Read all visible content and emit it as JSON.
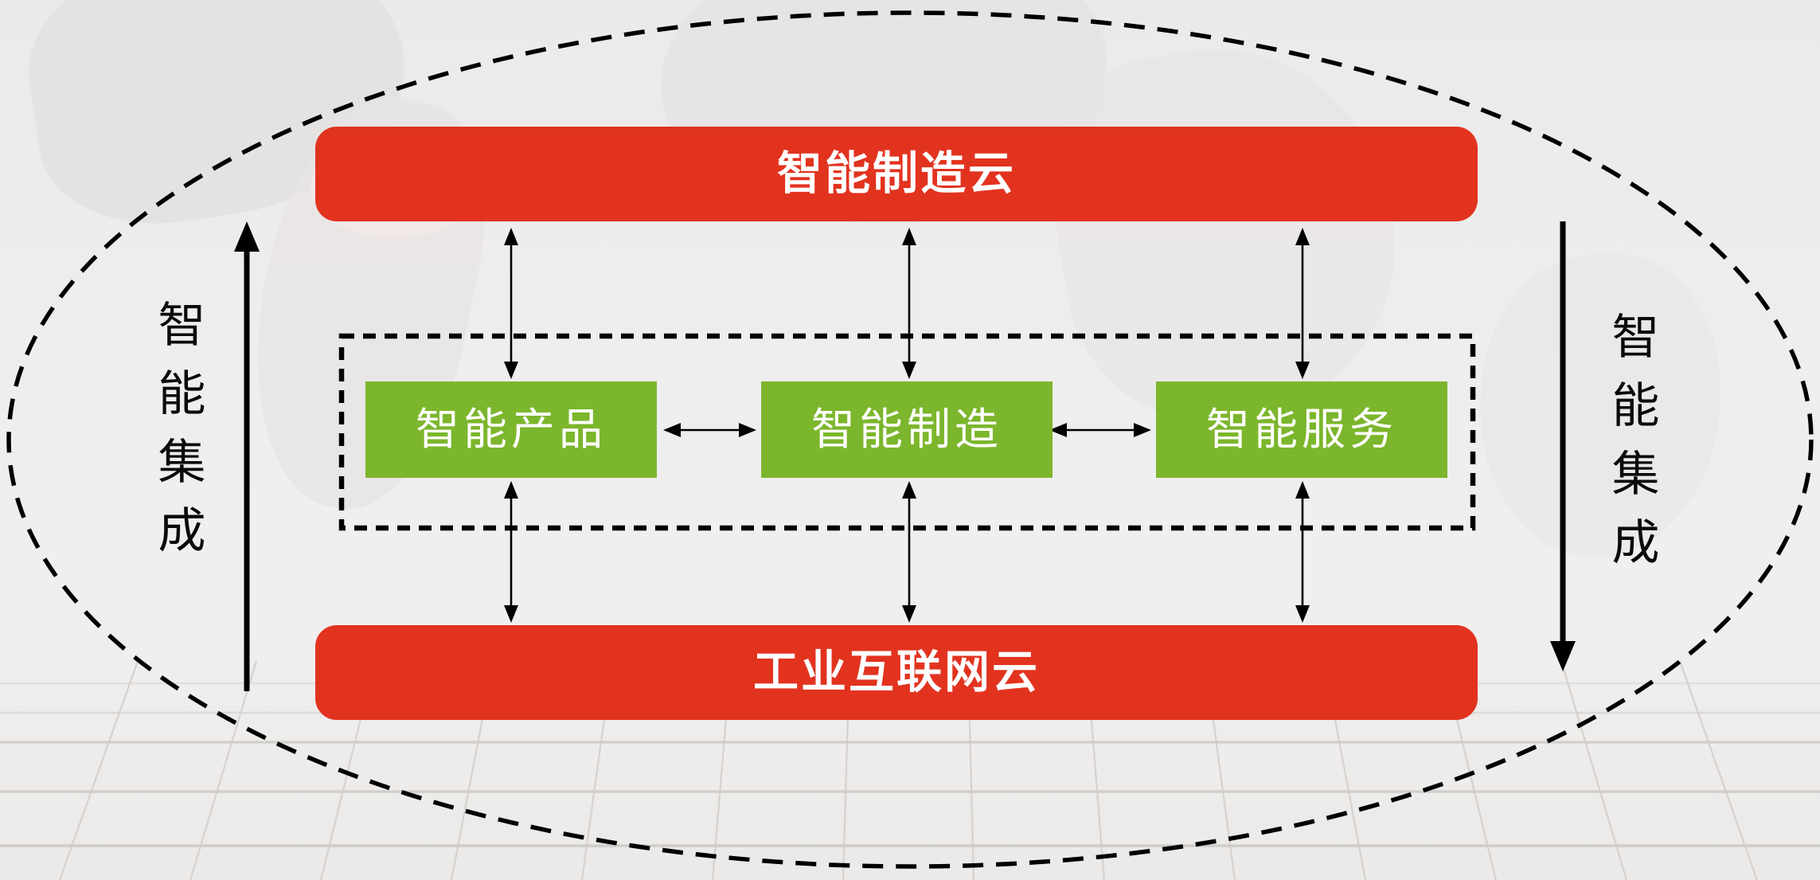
{
  "diagram": {
    "top_bar": {
      "label": "智能制造云"
    },
    "middle_row": {
      "boxes": [
        {
          "label": "智能产品"
        },
        {
          "label": "智能制造"
        },
        {
          "label": "智能服务"
        }
      ]
    },
    "bottom_bar": {
      "label": "工业互联网云"
    },
    "left_side": {
      "label": "智能集成",
      "arrow_direction": "up"
    },
    "right_side": {
      "label": "智能集成",
      "arrow_direction": "down"
    },
    "colors": {
      "bar_red": "#E2331F",
      "box_green": "#7CB62C",
      "line_black": "#000000",
      "background_gray": "#EDECEB"
    }
  }
}
